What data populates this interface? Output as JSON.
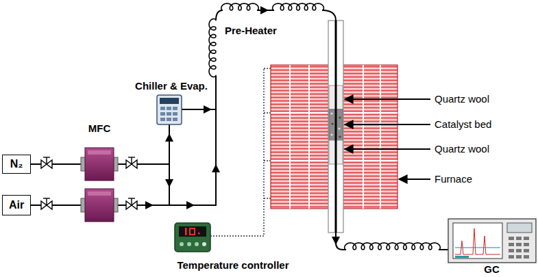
{
  "diagram": {
    "nodes": [
      {
        "text": [
          "N₂"
        ]
      },
      {
        "text": [
          "Air"
        ]
      },
      {
        "text": [
          "MFC"
        ]
      },
      {
        "text": [
          "Chiller & Evap."
        ]
      },
      {
        "text": [
          "Temperature controller"
        ]
      },
      {
        "text": [
          "GC"
        ]
      }
    ],
    "edges": [
      {
        "from": 0,
        "to": 2,
        "arrow": "none"
      }
    ],
    "labels": [
      "Pre-Heater",
      "Quartz wool",
      "Catalyst bed",
      "Quartz wool",
      "Furnace"
    ]
  }
}
